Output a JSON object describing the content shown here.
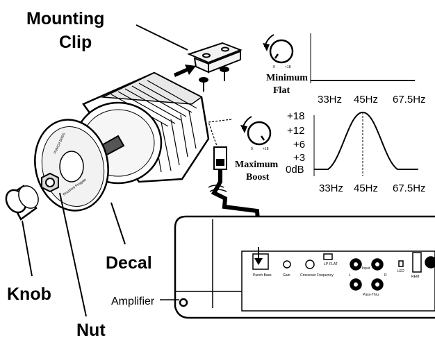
{
  "labels": {
    "mounting_clip_1": "Mounting",
    "mounting_clip_2": "Clip",
    "decal": "Decal",
    "knob": "Knob",
    "nut": "Nut",
    "amplifier": "Amplifier"
  },
  "minimum_setting": {
    "line1": "Minimum",
    "line2": "Flat",
    "knob_scale_min": "0",
    "knob_scale_max": "+18"
  },
  "maximum_setting": {
    "line1": "Maximum",
    "line2": "Boost",
    "knob_scale_min": "0",
    "knob_scale_max": "+18"
  },
  "decal_text": {
    "brand": "PUNCH BASS",
    "maker": "Rockford Fosgate"
  },
  "minimum_graph": {
    "x_ticks": [
      "33Hz",
      "45Hz",
      "67.5Hz"
    ]
  },
  "maximum_graph": {
    "x_ticks": [
      "33Hz",
      "45Hz",
      "67.5Hz"
    ],
    "y_ticks": [
      "+18",
      "+12",
      "+6",
      "+3",
      "0dB"
    ]
  },
  "amp_panel": {
    "punch_bass": "Punch Bass",
    "gain": "Gain",
    "crossover": "Crossover Frequency",
    "lp": "LP",
    "flat": "FLAT",
    "input": "Input",
    "pass_thru": "Pass-Thru",
    "led": "LED",
    "rem": "REM",
    "left": "L",
    "right": "R"
  },
  "colors": {
    "ink": "#000000",
    "paper": "#ffffff",
    "fill_light": "#f2f2f2",
    "fill_mid": "#d9d9d9"
  }
}
